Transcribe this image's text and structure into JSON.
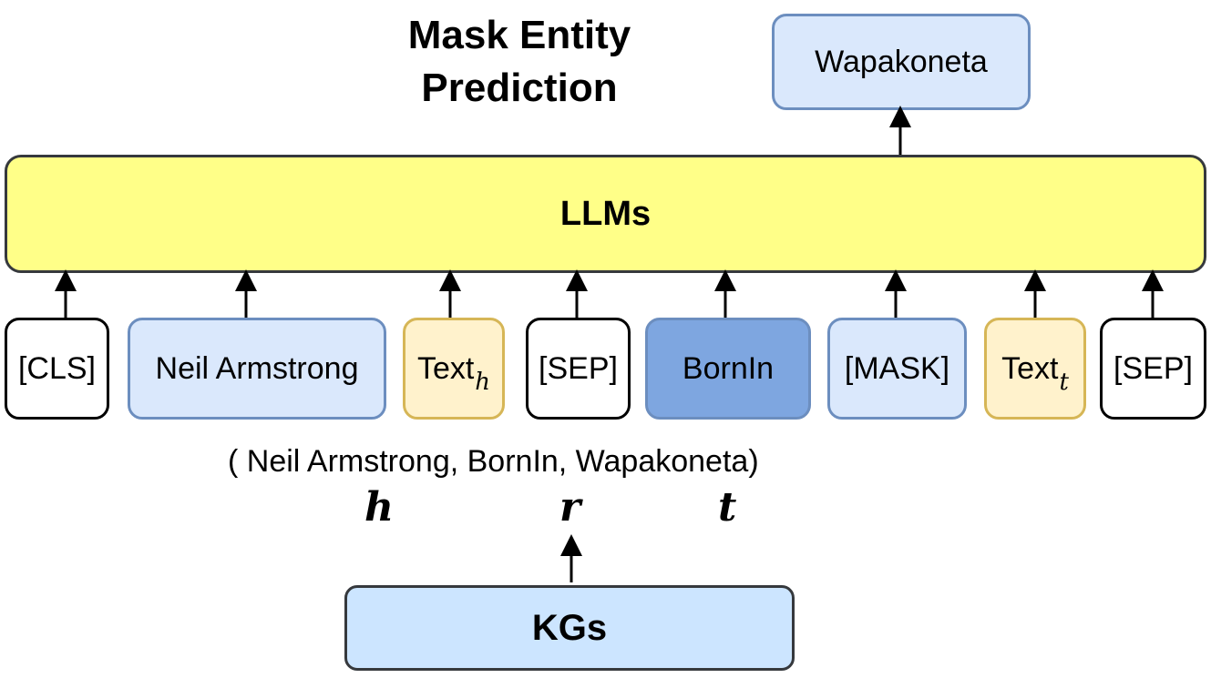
{
  "title_line1": "Mask Entity",
  "title_line2": "Prediction",
  "output_label": "Wapakoneta",
  "llm_label": "LLMs",
  "tokens": {
    "cls": "[CLS]",
    "head": "Neil Armstrong",
    "text_h_main": "Text",
    "text_h_sub": "h",
    "sep1": "[SEP]",
    "relation": "BornIn",
    "mask": "[MASK]",
    "text_t_main": "Text",
    "text_t_sub": "t",
    "sep2": "[SEP]"
  },
  "triple": "( Neil Armstrong, BornIn, Wapakoneta)",
  "vars": {
    "h": "h",
    "r": "r",
    "t": "t"
  },
  "kg_label": "KGs",
  "colors": {
    "llm_fill": "#ffff88",
    "entity_fill": "#dae8fc",
    "relation_fill": "#7ea6e0",
    "text_fill": "#fff2cc",
    "kg_fill": "#cce5ff"
  }
}
